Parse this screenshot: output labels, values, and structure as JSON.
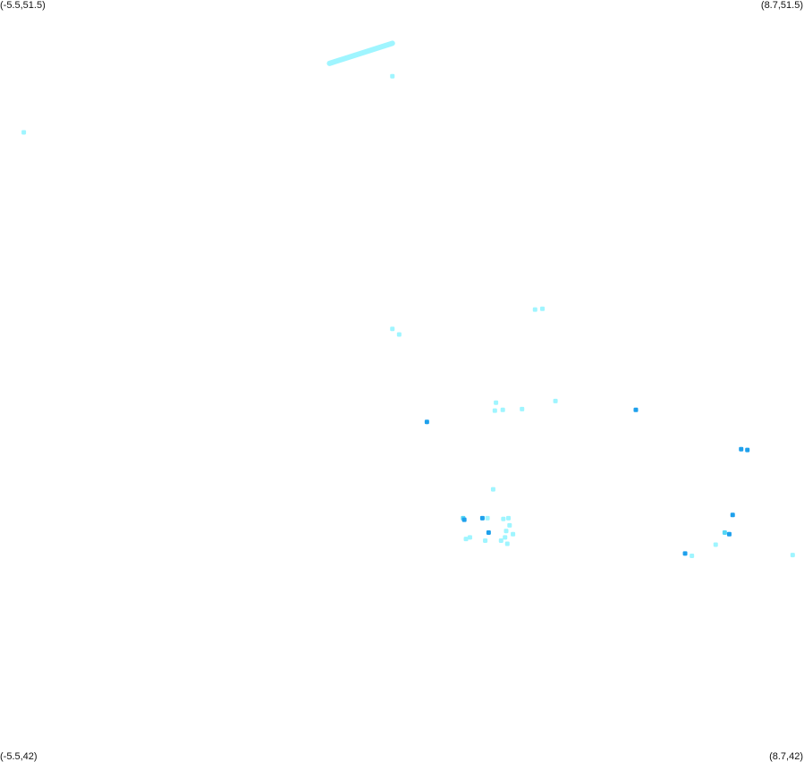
{
  "bounds": {
    "lon_min": -5.5,
    "lon_max": 8.7,
    "lat_min": 42,
    "lat_max": 51.5
  },
  "corner_labels": {
    "top_left": "(-5.5,51.5)",
    "top_right": "(8.7,51.5)",
    "bottom_left": "(-5.5,42)",
    "bottom_right": "(8.7,42)"
  },
  "colors": {
    "light": "#9ff5ff",
    "medium": "#55d6f5",
    "dark": "#1ea0ec"
  },
  "features": [
    {
      "kind": "streak",
      "lon1": 0.32,
      "lat1": 50.71,
      "lon2": 1.43,
      "lat2": 50.96,
      "tone": "light"
    },
    {
      "kind": "point",
      "lon": 1.43,
      "lat": 50.55,
      "tone": "light"
    },
    {
      "kind": "point",
      "lon": -5.08,
      "lat": 49.85,
      "tone": "light"
    },
    {
      "kind": "point",
      "lon": 3.95,
      "lat": 47.64,
      "tone": "light"
    },
    {
      "kind": "point",
      "lon": 4.08,
      "lat": 47.65,
      "tone": "light"
    },
    {
      "kind": "point",
      "lon": 1.43,
      "lat": 47.4,
      "tone": "light"
    },
    {
      "kind": "point",
      "lon": 1.55,
      "lat": 47.33,
      "tone": "light"
    },
    {
      "kind": "point",
      "lon": 3.26,
      "lat": 46.48,
      "tone": "light"
    },
    {
      "kind": "point",
      "lon": 3.24,
      "lat": 46.38,
      "tone": "light"
    },
    {
      "kind": "point",
      "lon": 3.38,
      "lat": 46.39,
      "tone": "light"
    },
    {
      "kind": "point",
      "lon": 3.72,
      "lat": 46.4,
      "tone": "light"
    },
    {
      "kind": "point",
      "lon": 4.31,
      "lat": 46.5,
      "tone": "light"
    },
    {
      "kind": "point",
      "lon": 5.73,
      "lat": 46.39,
      "tone": "dark"
    },
    {
      "kind": "point",
      "lon": 2.04,
      "lat": 46.24,
      "tone": "dark"
    },
    {
      "kind": "point",
      "lon": 7.59,
      "lat": 45.9,
      "tone": "dark"
    },
    {
      "kind": "point",
      "lon": 7.7,
      "lat": 45.89,
      "tone": "dark"
    },
    {
      "kind": "point",
      "lon": 3.21,
      "lat": 45.4,
      "tone": "light"
    },
    {
      "kind": "point",
      "lon": 2.68,
      "lat": 45.04,
      "tone": "medium"
    },
    {
      "kind": "point",
      "lon": 2.7,
      "lat": 45.02,
      "tone": "dark"
    },
    {
      "kind": "point",
      "lon": 3.02,
      "lat": 45.04,
      "tone": "dark"
    },
    {
      "kind": "point",
      "lon": 3.11,
      "lat": 45.04,
      "tone": "light"
    },
    {
      "kind": "point",
      "lon": 3.39,
      "lat": 45.03,
      "tone": "light"
    },
    {
      "kind": "point",
      "lon": 3.48,
      "lat": 45.04,
      "tone": "light"
    },
    {
      "kind": "point",
      "lon": 3.5,
      "lat": 44.95,
      "tone": "light"
    },
    {
      "kind": "point",
      "lon": 3.44,
      "lat": 44.88,
      "tone": "light"
    },
    {
      "kind": "point",
      "lon": 3.13,
      "lat": 44.86,
      "tone": "dark"
    },
    {
      "kind": "point",
      "lon": 3.56,
      "lat": 44.84,
      "tone": "light"
    },
    {
      "kind": "point",
      "lon": 3.42,
      "lat": 44.8,
      "tone": "light"
    },
    {
      "kind": "point",
      "lon": 3.35,
      "lat": 44.76,
      "tone": "light"
    },
    {
      "kind": "point",
      "lon": 3.46,
      "lat": 44.72,
      "tone": "light"
    },
    {
      "kind": "point",
      "lon": 2.73,
      "lat": 44.78,
      "tone": "light"
    },
    {
      "kind": "point",
      "lon": 2.8,
      "lat": 44.8,
      "tone": "light"
    },
    {
      "kind": "point",
      "lon": 3.07,
      "lat": 44.76,
      "tone": "light"
    },
    {
      "kind": "point",
      "lon": 7.44,
      "lat": 45.08,
      "tone": "dark"
    },
    {
      "kind": "point",
      "lon": 7.3,
      "lat": 44.86,
      "tone": "medium"
    },
    {
      "kind": "point",
      "lon": 7.38,
      "lat": 44.84,
      "tone": "dark"
    },
    {
      "kind": "point",
      "lon": 7.14,
      "lat": 44.71,
      "tone": "light"
    },
    {
      "kind": "point",
      "lon": 6.6,
      "lat": 44.6,
      "tone": "dark"
    },
    {
      "kind": "point",
      "lon": 6.72,
      "lat": 44.57,
      "tone": "light"
    },
    {
      "kind": "point",
      "lon": 8.5,
      "lat": 44.58,
      "tone": "light"
    }
  ]
}
